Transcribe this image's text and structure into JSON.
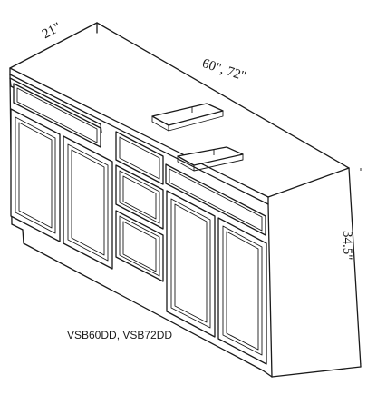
{
  "dimensions": {
    "depth": "21\"",
    "width": "60\", 72\"",
    "height": "34.5\""
  },
  "model_numbers": "VSB60DD, VSB72DD"
}
